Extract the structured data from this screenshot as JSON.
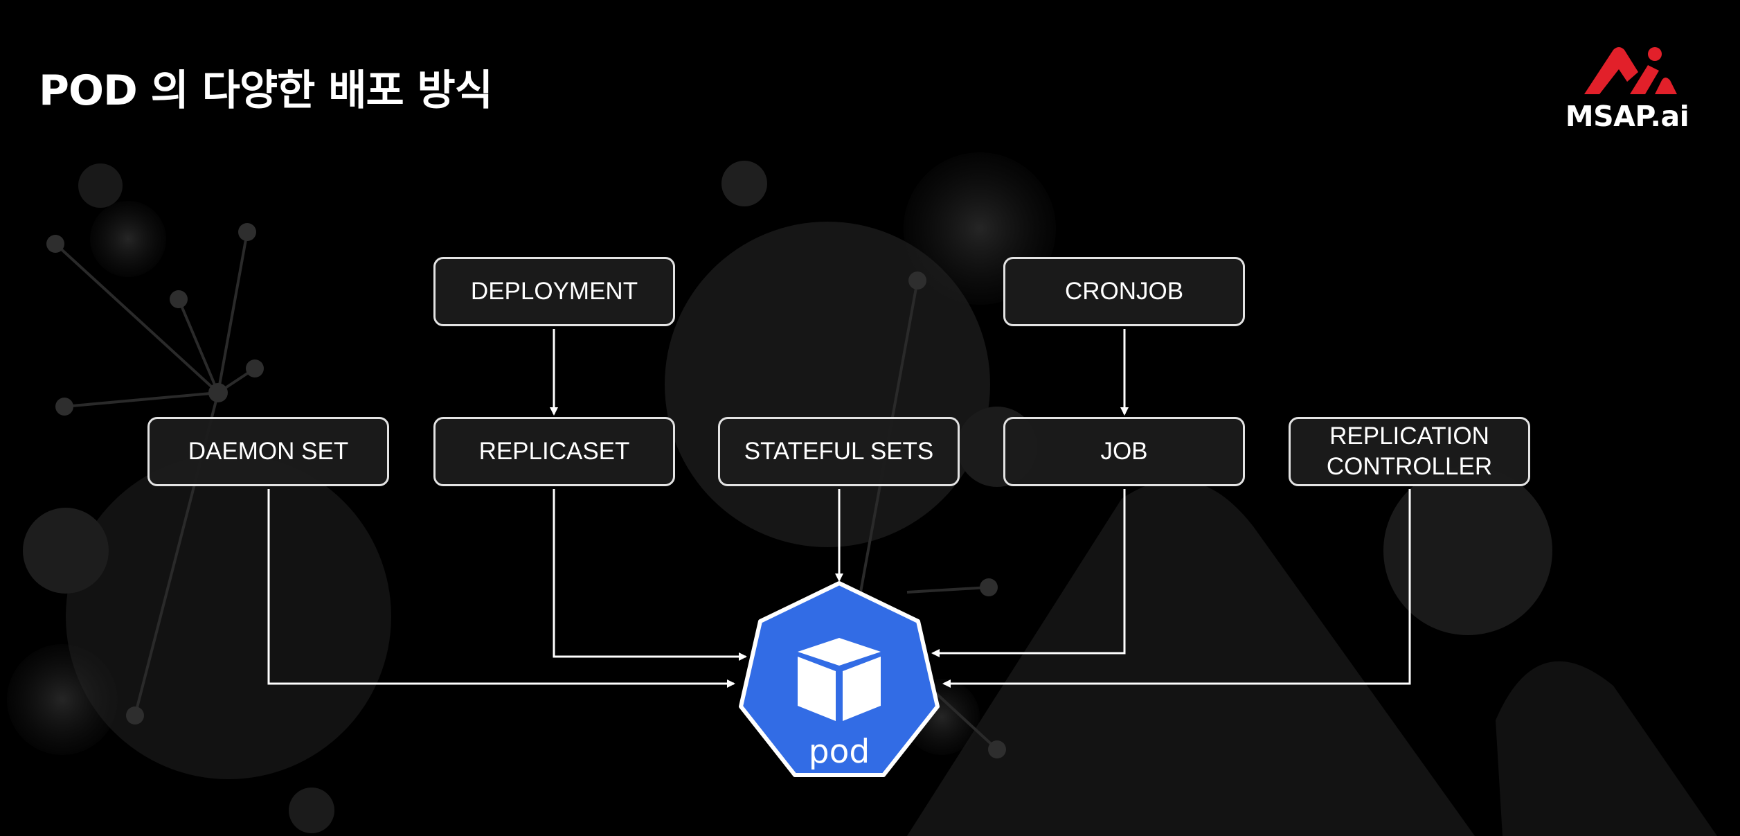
{
  "slide": {
    "title": "POD 의 다양한 배포 방식"
  },
  "brand": {
    "name": "MSAP.ai",
    "accent_color": "#e2202a",
    "icon": "msap-logo-icon"
  },
  "diagram": {
    "nodes": {
      "deployment": "DEPLOYMENT",
      "cronjob": "CRONJOB",
      "daemon_set": "DAEMON SET",
      "replicaset": "REPLICASET",
      "stateful_sets": "STATEFUL SETS",
      "job": "JOB",
      "replication_controller": "REPLICATION\nCONTROLLER"
    },
    "center": {
      "label": "pod",
      "color": "#326ce5",
      "icon": "cube-icon"
    },
    "edges": [
      {
        "from": "deployment",
        "to": "replicaset"
      },
      {
        "from": "cronjob",
        "to": "job"
      },
      {
        "from": "daemon_set",
        "to": "pod"
      },
      {
        "from": "replicaset",
        "to": "pod"
      },
      {
        "from": "stateful_sets",
        "to": "pod"
      },
      {
        "from": "job",
        "to": "pod"
      },
      {
        "from": "replication_controller",
        "to": "pod"
      }
    ]
  }
}
